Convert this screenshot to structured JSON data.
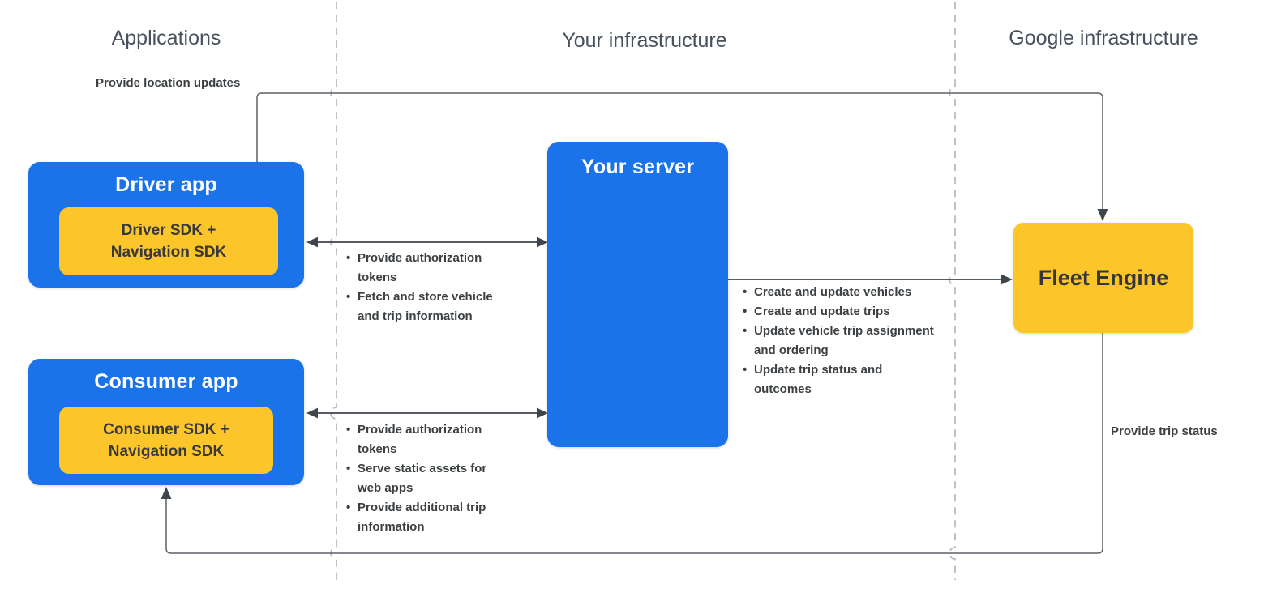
{
  "diagram": {
    "columns": {
      "applications": "Applications",
      "your_infrastructure": "Your infrastructure",
      "google_infrastructure": "Google infrastructure"
    },
    "nodes": {
      "driver_app": {
        "title": "Driver app",
        "sdk_line1": "Driver SDK +",
        "sdk_line2": "Navigation SDK"
      },
      "consumer_app": {
        "title": "Consumer app",
        "sdk_line1": "Consumer SDK +",
        "sdk_line2": "Navigation SDK"
      },
      "your_server": {
        "title": "Your server"
      },
      "fleet_engine": {
        "title": "Fleet Engine"
      }
    },
    "edges": {
      "driver_to_fleet": {
        "label": "Provide location updates"
      },
      "fleet_to_consumer": {
        "label": "Provide trip status"
      },
      "driver_server": {
        "items": [
          "Provide authorization tokens",
          "Fetch and store vehicle and trip information"
        ]
      },
      "consumer_server": {
        "items": [
          "Provide authorization tokens",
          "Serve static assets for web apps",
          "Provide additional trip information"
        ]
      },
      "server_fleet": {
        "items": [
          "Create and update vehicles",
          "Create and update trips",
          "Update vehicle trip assignment and ordering",
          "Update trip status and outcomes"
        ]
      }
    },
    "colors": {
      "node_blue": "#1a73e8",
      "node_yellow": "#fcc52a",
      "text_on_blue": "#ffffff",
      "text_dark": "#3c4043",
      "heading_gray": "#46515d",
      "wire_gray": "#5c6167",
      "arrow_dark": "#3f454d",
      "divider_dash": "#b6bcc2"
    }
  }
}
